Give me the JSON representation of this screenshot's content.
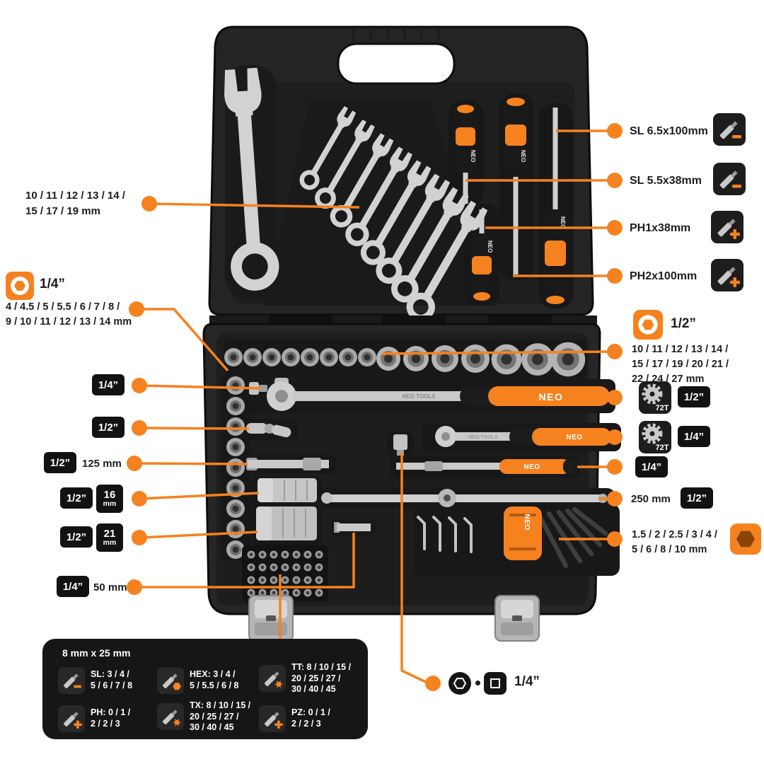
{
  "colors": {
    "accent": "#F5821F",
    "badge_bg": "#121212",
    "panel_bg": "#161616",
    "case": "#242424"
  },
  "brand": {
    "name": "NEO",
    "watermark": "NEO TOOLS"
  },
  "left": {
    "wrenches": {
      "line1": "10 / 11 / 12 / 13 / 14 /",
      "line2": "15 / 17 / 19 mm"
    },
    "quarter_drive": {
      "size": "1/4”"
    },
    "quarter_sockets": {
      "line1": "4 / 4.5 / 5 / 5.5 / 6 / 7 / 8 /",
      "line2": "9 / 10 / 11 / 12 / 13 / 14 mm"
    },
    "adapter": {
      "badge": "1/4”"
    },
    "universal_joint": {
      "badge": "1/2”"
    },
    "extension_125": {
      "badge": "1/2”",
      "length": "125 mm"
    },
    "socket_16": {
      "badge": "1/2”",
      "size_top": "16",
      "size_bottom": "mm"
    },
    "socket_21": {
      "badge": "1/2”",
      "size_top": "21",
      "size_bottom": "mm"
    },
    "extension_50": {
      "badge": "1/4”",
      "length": "50 mm"
    }
  },
  "right": {
    "sl_65": "SL 6.5x100mm",
    "sl_55": "SL 5.5x38mm",
    "ph1": "PH1x38mm",
    "ph2": "PH2x100mm",
    "half_drive": {
      "size": "1/2”"
    },
    "half_sockets": {
      "line1": "10 / 11 / 12 / 13 / 14 /",
      "line2": "15 / 17 / 19 / 20 / 21 /",
      "line3": "22 / 24 / 27 mm"
    },
    "ratchet_half": {
      "teeth": "72T",
      "badge": "1/2”"
    },
    "ratchet_quarter": {
      "teeth": "72T",
      "badge": "1/4”"
    },
    "spinner": {
      "badge": "1/4”"
    },
    "sliding_bar": {
      "length": "250 mm",
      "badge": "1/2”"
    },
    "hex_keys": {
      "line1": "1.5 / 2 / 2.5 / 3 / 4 /",
      "line2": "5 / 6 / 8 / 10 mm"
    }
  },
  "bits_panel": {
    "header": "8 mm x 25 mm",
    "sl": {
      "line1": "SL: 3 / 4 /",
      "line2": "5 / 6 / 7 / 8"
    },
    "hex": {
      "line1": "HEX: 3 / 4 /",
      "line2": "5 / 5.5 / 6 / 8"
    },
    "tt": {
      "line1": "TT: 8 / 10 / 15 /",
      "line2": "20 / 25 / 27 /",
      "line3": "30 / 40 / 45"
    },
    "ph": {
      "line1": "PH: 0 / 1 /",
      "line2": "2 / 2 / 3"
    },
    "tx": {
      "line1": "TX: 8 / 10 / 15 /",
      "line2": "20 / 25 / 27 /",
      "line3": "30 / 40 / 45"
    },
    "pz": {
      "line1": "PZ: 0 / 1 /",
      "line2": "2 / 2 / 3"
    }
  },
  "bottom": {
    "bits_drive": "1/4”"
  },
  "icons": {
    "quarter_drive": "hex-socket-in-circle",
    "half_drive": "hex-socket-in-circle",
    "sl": "slotted-bit",
    "ph": "phillips-bit",
    "hex": "hex-bit",
    "tt": "torx-tamper-bit",
    "tx": "torx-bit",
    "pz": "pozidriv-bit",
    "gear": "ratchet-gear",
    "hex_keys": "hex-key",
    "bits_drive_hex": "hex-socket",
    "bits_drive_square": "square-drive"
  }
}
